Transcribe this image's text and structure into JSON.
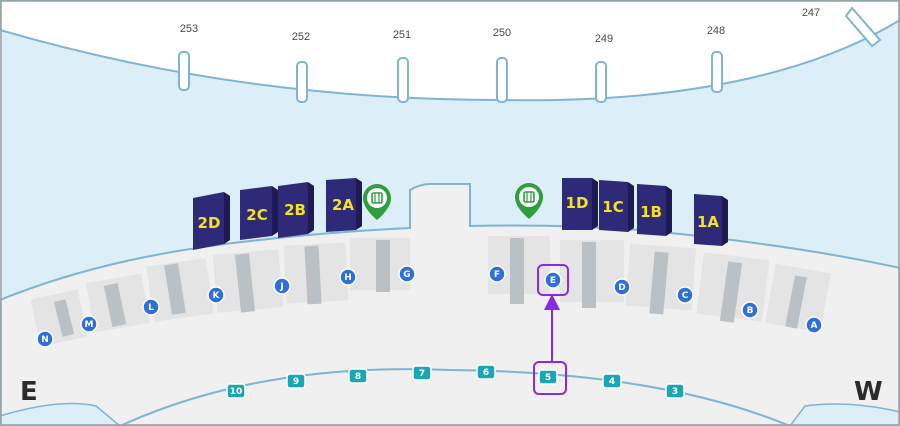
{
  "gates_top": [
    "253",
    "252",
    "251",
    "250",
    "249",
    "248",
    "247"
  ],
  "pillars_left": [
    "2D",
    "2C",
    "2B",
    "2A"
  ],
  "pillars_right": [
    "1D",
    "1C",
    "1B",
    "1A"
  ],
  "concourse_pins": [
    "N",
    "M",
    "L",
    "K",
    "J",
    "H",
    "G",
    "F",
    "E",
    "D",
    "C",
    "B",
    "A"
  ],
  "lower_pins": [
    "10",
    "9",
    "8",
    "7",
    "6",
    "5",
    "4",
    "3"
  ],
  "highlighted_concourse": "E",
  "highlighted_lower": "5",
  "icons": [
    "baggage-claim-icon",
    "baggage-claim-icon"
  ],
  "compass": {
    "east": "E",
    "west": "W"
  },
  "colors": {
    "water": "#dceff8",
    "outline": "#7fb4d2",
    "pillar": "#2e2a78",
    "pillar_label": "#f4e21c",
    "blue_pin": "#2f6fdc",
    "teal_pin": "#1aa6b7",
    "highlight": "#8a2be2",
    "baggage": "#2e9e3e"
  }
}
